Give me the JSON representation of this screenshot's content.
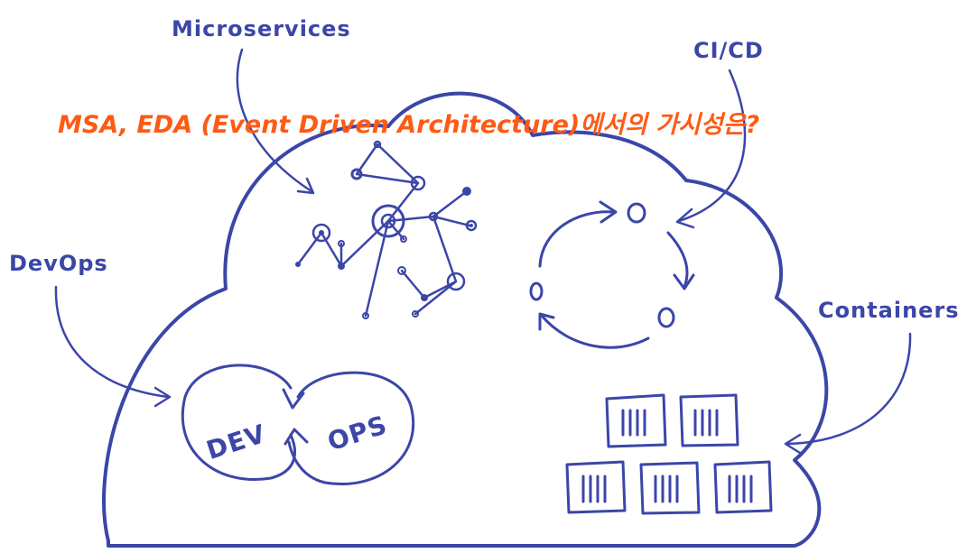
{
  "title": "MSA, EDA (Event Driven Architecture)에서의 가시성은?",
  "labels": {
    "microservices": "Microservices",
    "cicd": "CI/CD",
    "devops": "DevOps",
    "containers": "Containers",
    "dev": "DEV",
    "ops": "OPS"
  },
  "colors": {
    "ink": "#3b46a8",
    "title": "#ff5a14",
    "background": "#ffffff"
  }
}
